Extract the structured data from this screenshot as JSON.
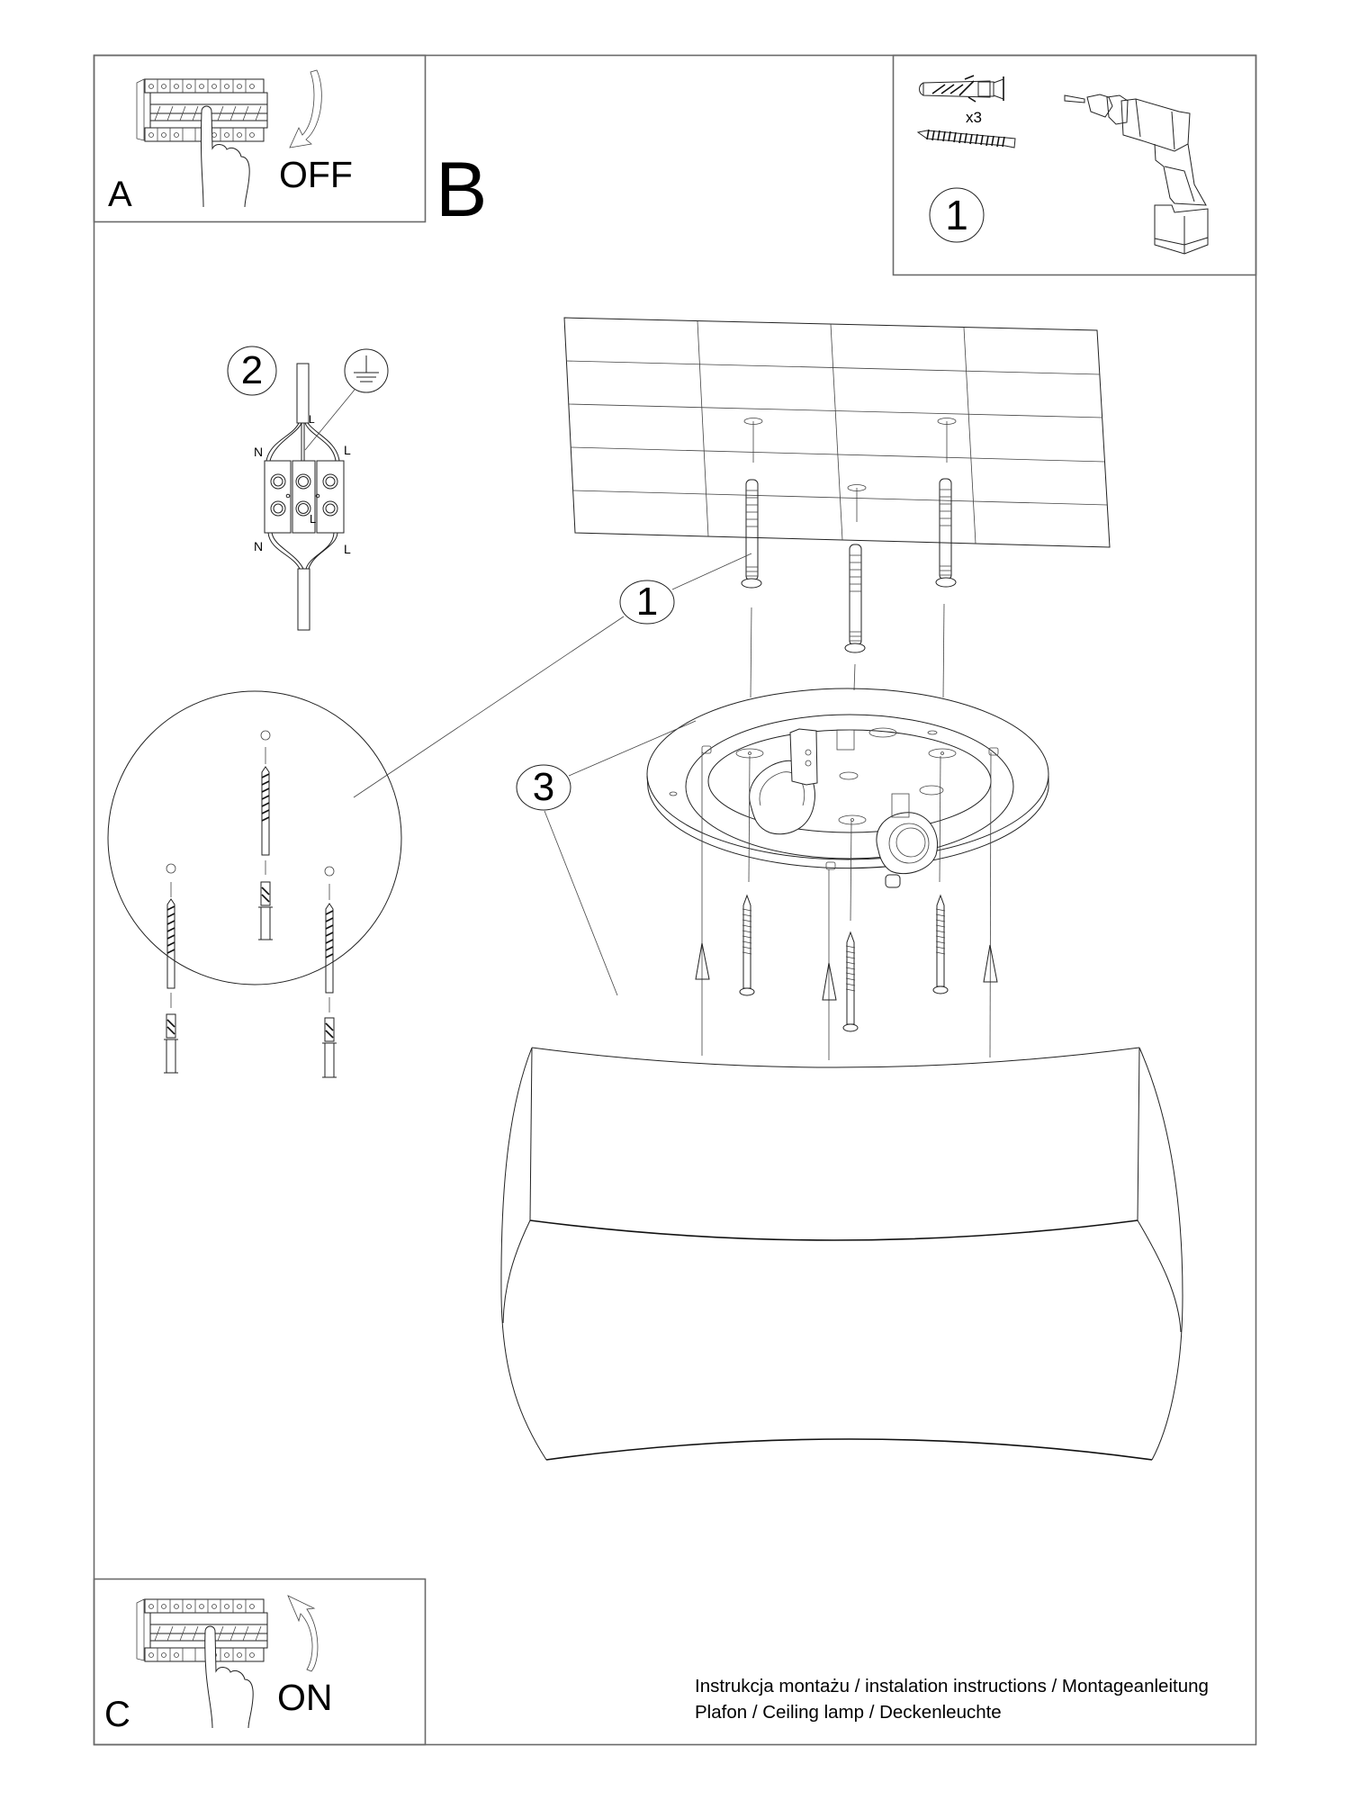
{
  "panels": {
    "a": {
      "letter": "A",
      "action": "OFF",
      "icon": "breaker-switch-off-icon"
    },
    "b": {
      "letter": "B"
    },
    "c": {
      "letter": "C",
      "action": "ON",
      "icon": "breaker-switch-on-icon"
    }
  },
  "tools": {
    "step": "1",
    "quantity": "x3",
    "items": [
      "wall-plug-icon",
      "screw-icon",
      "power-drill-icon"
    ]
  },
  "wiring": {
    "step": "2",
    "labels": {
      "neutral_top": "N",
      "live_top": "L",
      "neutral_bottom": "N",
      "live_bottom": "L",
      "live_terminal": "L",
      "live_cable": "L"
    },
    "icon": "ground-symbol-icon"
  },
  "callouts": [
    {
      "number": "1",
      "refers_to": "wall plugs and screws"
    },
    {
      "number": "3",
      "refers_to": "mounting plate and shade"
    }
  ],
  "footer": {
    "line1": "Instrukcja montażu / instalation instructions / Montageanleitung",
    "line2": "Plafon / Ceiling lamp / Deckenleuchte"
  },
  "colors": {
    "line": "#222222",
    "frame": "#6a6a6a",
    "background": "#ffffff"
  }
}
